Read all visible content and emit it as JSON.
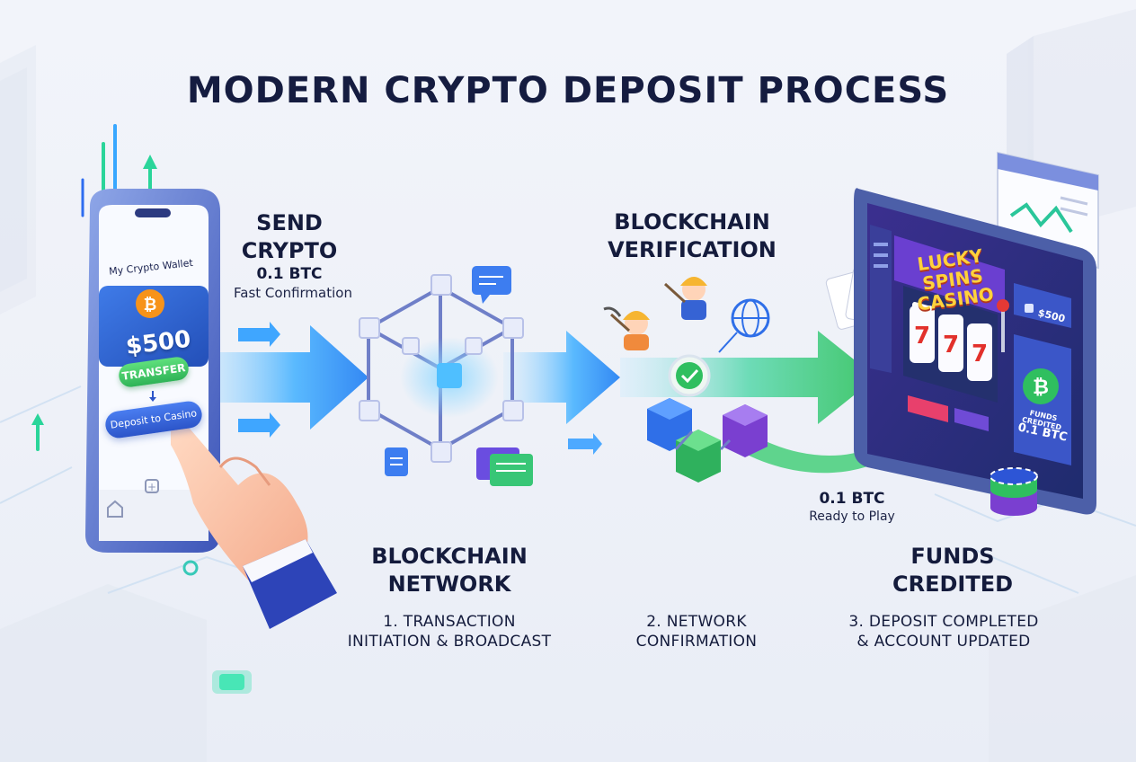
{
  "title": "MODERN CRYPTO DEPOSIT PROCESS",
  "phone": {
    "wallet_title": "My Crypto Wallet",
    "balance": "$500",
    "transfer_label": "TRANSFER",
    "deposit_label": "Deposit to Casino"
  },
  "send": {
    "heading_line1": "SEND",
    "heading_line2": "CRYPTO",
    "amount": "0.1 BTC",
    "note": "Fast Confirmation"
  },
  "network": {
    "heading_line1": "BLOCKCHAIN",
    "heading_line2": "NETWORK"
  },
  "verification": {
    "heading_line1": "BLOCKCHAIN",
    "heading_line2": "VERIFICATION"
  },
  "casino": {
    "logo_line1": "LUCKY SPINS",
    "logo_line2": "CASINO",
    "balance": "$500",
    "credited_label": "FUNDS CREDITED",
    "credited_amount": "0.1 BTC"
  },
  "ready": {
    "amount": "0.1 BTC",
    "note": "Ready to Play"
  },
  "funds": {
    "heading_line1": "FUNDS",
    "heading_line2": "CREDITED"
  },
  "steps": [
    {
      "line1": "1. TRANSACTION",
      "line2": "INITIATION & BROADCAST"
    },
    {
      "line1": "2. NETWORK",
      "line2": "CONFIRMATION"
    },
    {
      "line1": "3. DEPOSIT COMPLETED",
      "line2": "& ACCOUNT UPDATED"
    }
  ],
  "colors": {
    "blue_flow": "#2f8cf5",
    "green_flow": "#35c46a",
    "title": "#151c40",
    "bitcoin": "#f7931a"
  }
}
